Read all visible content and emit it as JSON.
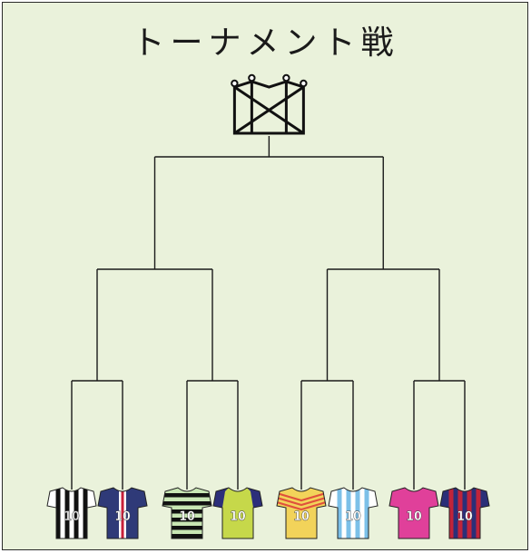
{
  "title": "トーナメント戦",
  "icons": {
    "trophy": "crown-icon"
  },
  "colors": {
    "background": "#eaf2db",
    "line": "#1a1a1a"
  },
  "jerseys": [
    {
      "icon": "jersey-black-white-stripes-icon",
      "number": "10",
      "base": "#ffffff",
      "pattern": "vstripe",
      "stripe": "#111111",
      "sleeve": "#ffffff",
      "num": "#dddddd"
    },
    {
      "icon": "jersey-navy-white-icon",
      "number": "10",
      "base": "#2f3a78",
      "pattern": "center",
      "stripe": "#ffffff",
      "accent": "#c8203a",
      "sleeve": "#2f3a78",
      "num": "#ffffff"
    },
    {
      "icon": "jersey-green-black-hoops-icon",
      "number": "10",
      "base": "#c8e6b4",
      "pattern": "hstripe",
      "stripe": "#111111",
      "sleeve": "#c8e6b4",
      "num": "#ffffff"
    },
    {
      "icon": "jersey-lime-navy-icon",
      "number": "10",
      "base": "#c6d84a",
      "pattern": "plain",
      "sleeve": "#2c2f7a",
      "num": "#ffffff"
    },
    {
      "icon": "jersey-yellow-red-icon",
      "number": "10",
      "base": "#f2d35a",
      "pattern": "chevron",
      "stripe": "#e0503c",
      "sleeve": "#f2d35a",
      "num": "#ffffff"
    },
    {
      "icon": "jersey-skyblue-white-stripes-icon",
      "number": "10",
      "base": "#ffffff",
      "pattern": "vstripe",
      "stripe": "#7cc0e8",
      "sleeve": "#ffffff",
      "num": "#ffffff"
    },
    {
      "icon": "jersey-magenta-icon",
      "number": "10",
      "base": "#e0409a",
      "pattern": "plain",
      "sleeve": "#e0409a",
      "num": "#ffffff"
    },
    {
      "icon": "jersey-navy-red-stripes-icon",
      "number": "10",
      "base": "#2b2f78",
      "pattern": "vstripe",
      "stripe": "#c0243a",
      "sleeve": "#2b2f78",
      "num": "#ffffff"
    }
  ]
}
